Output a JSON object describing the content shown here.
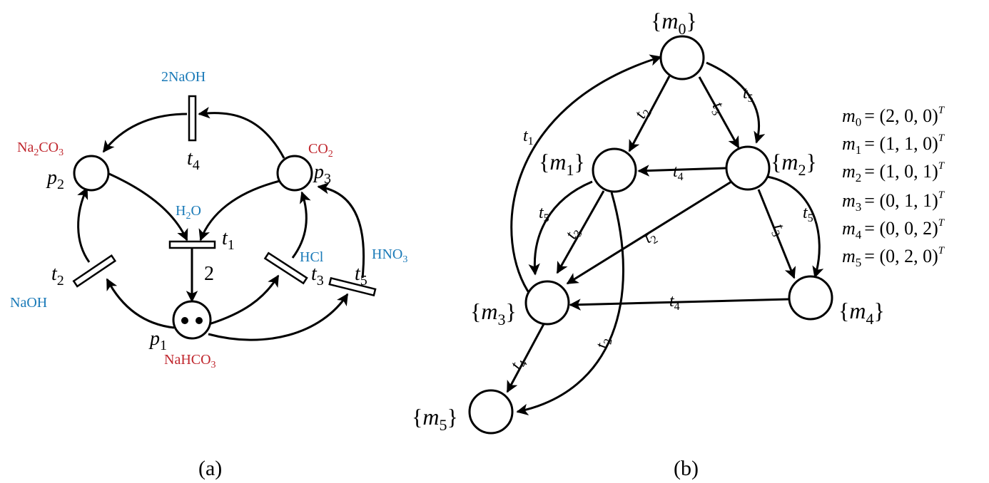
{
  "panel_a": {
    "caption": "(a)",
    "places": {
      "p1": {
        "name": "p",
        "sub": "1",
        "chem": "NaHCO",
        "chem_sub": "3"
      },
      "p2": {
        "name": "p",
        "sub": "2",
        "chem": "Na",
        "chem_sub": "2",
        "chem_tail": "CO",
        "chem_tail_sub": "3"
      },
      "p3": {
        "name": "p",
        "sub": "3",
        "chem": "CO",
        "chem_sub": "2"
      }
    },
    "transitions": {
      "t1": {
        "name": "t",
        "sub": "1",
        "reagent": "H",
        "reagent_sub": "2",
        "reagent_tail": "O"
      },
      "t2": {
        "name": "t",
        "sub": "2",
        "reagent": "NaOH"
      },
      "t3": {
        "name": "t",
        "sub": "3",
        "reagent": "HCl"
      },
      "t4": {
        "name": "t",
        "sub": "4",
        "reagent": "2NaOH"
      },
      "t5": {
        "name": "t",
        "sub": "5",
        "reagent": "HNO",
        "reagent_sub": "3"
      }
    },
    "arc_weight": "2",
    "p1_tokens": 2
  },
  "panel_b": {
    "caption": "(b)",
    "nodes": {
      "m0": {
        "label": "m",
        "sub": "0"
      },
      "m1": {
        "label": "m",
        "sub": "1"
      },
      "m2": {
        "label": "m",
        "sub": "2"
      },
      "m3": {
        "label": "m",
        "sub": "3"
      },
      "m4": {
        "label": "m",
        "sub": "4"
      },
      "m5": {
        "label": "m",
        "sub": "5"
      }
    },
    "edge_labels": {
      "m0_m1": {
        "t": "t",
        "sub": "2"
      },
      "m0_m2_a": {
        "t": "t",
        "sub": "3"
      },
      "m0_m2_b": {
        "t": "t",
        "sub": "5"
      },
      "m3_m0": {
        "t": "t",
        "sub": "1"
      },
      "m2_m1": {
        "t": "t",
        "sub": "4"
      },
      "m1_m3_a": {
        "t": "t",
        "sub": "5"
      },
      "m1_m3_b": {
        "t": "t",
        "sub": "3"
      },
      "m2_m3": {
        "t": "t",
        "sub": "2"
      },
      "m2_m4_a": {
        "t": "t",
        "sub": "3"
      },
      "m2_m4_b": {
        "t": "t",
        "sub": "5"
      },
      "m4_m3": {
        "t": "t",
        "sub": "4"
      },
      "m3_m5": {
        "t": "t",
        "sub": "4"
      },
      "m1_m5": {
        "t": "t",
        "sub": "2"
      }
    },
    "markings": [
      {
        "m": "m",
        "sub": "0",
        "eq": "= (2, 0, 0)",
        "sup": "T"
      },
      {
        "m": "m",
        "sub": "1",
        "eq": "= (1, 1, 0)",
        "sup": "T"
      },
      {
        "m": "m",
        "sub": "2",
        "eq": "= (1, 0, 1)",
        "sup": "T"
      },
      {
        "m": "m",
        "sub": "3",
        "eq": "= (0, 1, 1)",
        "sup": "T"
      },
      {
        "m": "m",
        "sub": "4",
        "eq": "= (0, 0, 2)",
        "sup": "T"
      },
      {
        "m": "m",
        "sub": "5",
        "eq": "= (0, 2, 0)",
        "sup": "T"
      }
    ]
  }
}
